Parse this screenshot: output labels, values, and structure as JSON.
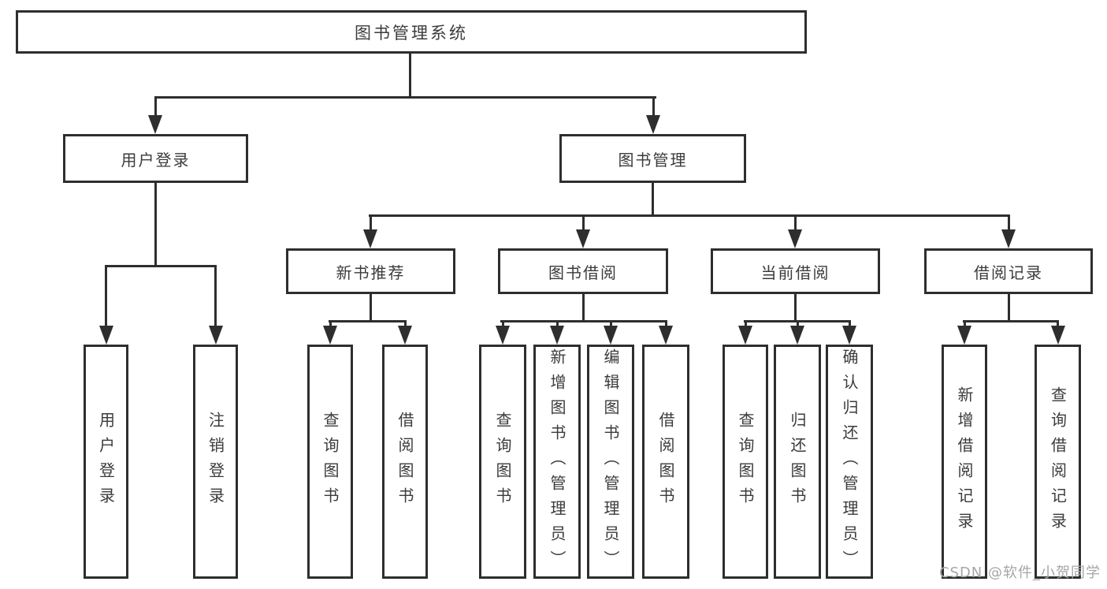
{
  "colors": {
    "line": "#2e2e2e",
    "text": "#3b3b3b",
    "box_fill": "#ffffff",
    "watermark": "#a6a6a6"
  },
  "watermark": {
    "text": "CSDN @软件_小贺同学"
  },
  "tree": {
    "root": {
      "label": "图书管理系统",
      "children": [
        {
          "label": "用户登录",
          "children": [
            {
              "label": "用户登录"
            },
            {
              "label": "注销登录"
            }
          ]
        },
        {
          "label": "图书管理",
          "children": [
            {
              "label": "新书推荐",
              "children": [
                {
                  "label": "查询图书"
                },
                {
                  "label": "借阅图书"
                }
              ]
            },
            {
              "label": "图书借阅",
              "children": [
                {
                  "label": "查询图书"
                },
                {
                  "label": "新增图书（管理员）"
                },
                {
                  "label": "编辑图书（管理员）"
                },
                {
                  "label": "借阅图书"
                }
              ]
            },
            {
              "label": "当前借阅",
              "children": [
                {
                  "label": "查询图书"
                },
                {
                  "label": "归还图书"
                },
                {
                  "label": "确认归还（管理员）"
                }
              ]
            },
            {
              "label": "借阅记录",
              "children": [
                {
                  "label": "新增借阅记录"
                },
                {
                  "label": "查询借阅记录"
                }
              ]
            }
          ]
        }
      ]
    }
  }
}
